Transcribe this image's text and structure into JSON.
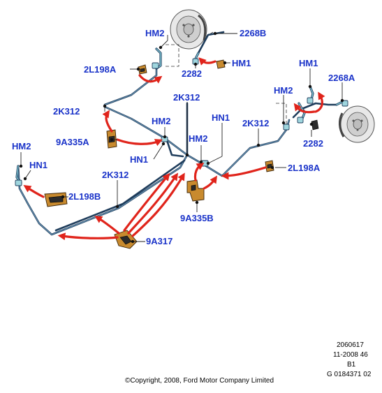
{
  "diagram": {
    "part_labels": {
      "hm2_top_left": "HM2",
      "p2268b": "2268B",
      "p2l198a_top": "2L198A",
      "hm1_top": "HM1",
      "p2282_top": "2282",
      "hm1_right": "HM1",
      "p2268a": "2268A",
      "hm2_right": "HM2",
      "p2k312_top_center": "2K312",
      "p2k312_left": "2K312",
      "hm2_center": "HM2",
      "hn1_center_right": "HN1",
      "p2k312_right": "2K312",
      "p9a335a": "9A335A",
      "hn1_center_left": "HN1",
      "hm2_mid": "HM2",
      "p2282_right": "2282",
      "p2l198a_right": "2L198A",
      "hm2_far_left": "HM2",
      "hn1_far_left": "HN1",
      "p2k312_lower": "2K312",
      "p2l198b": "2L198B",
      "p9a335b": "9A335B",
      "p9a317": "9A317"
    },
    "meta": {
      "line1": "2060617",
      "line2": "11-2008 46",
      "line3": "B1",
      "line4": "G 0184371 02"
    },
    "copyright": "©Copyright, 2008, Ford Motor Company Limited"
  }
}
